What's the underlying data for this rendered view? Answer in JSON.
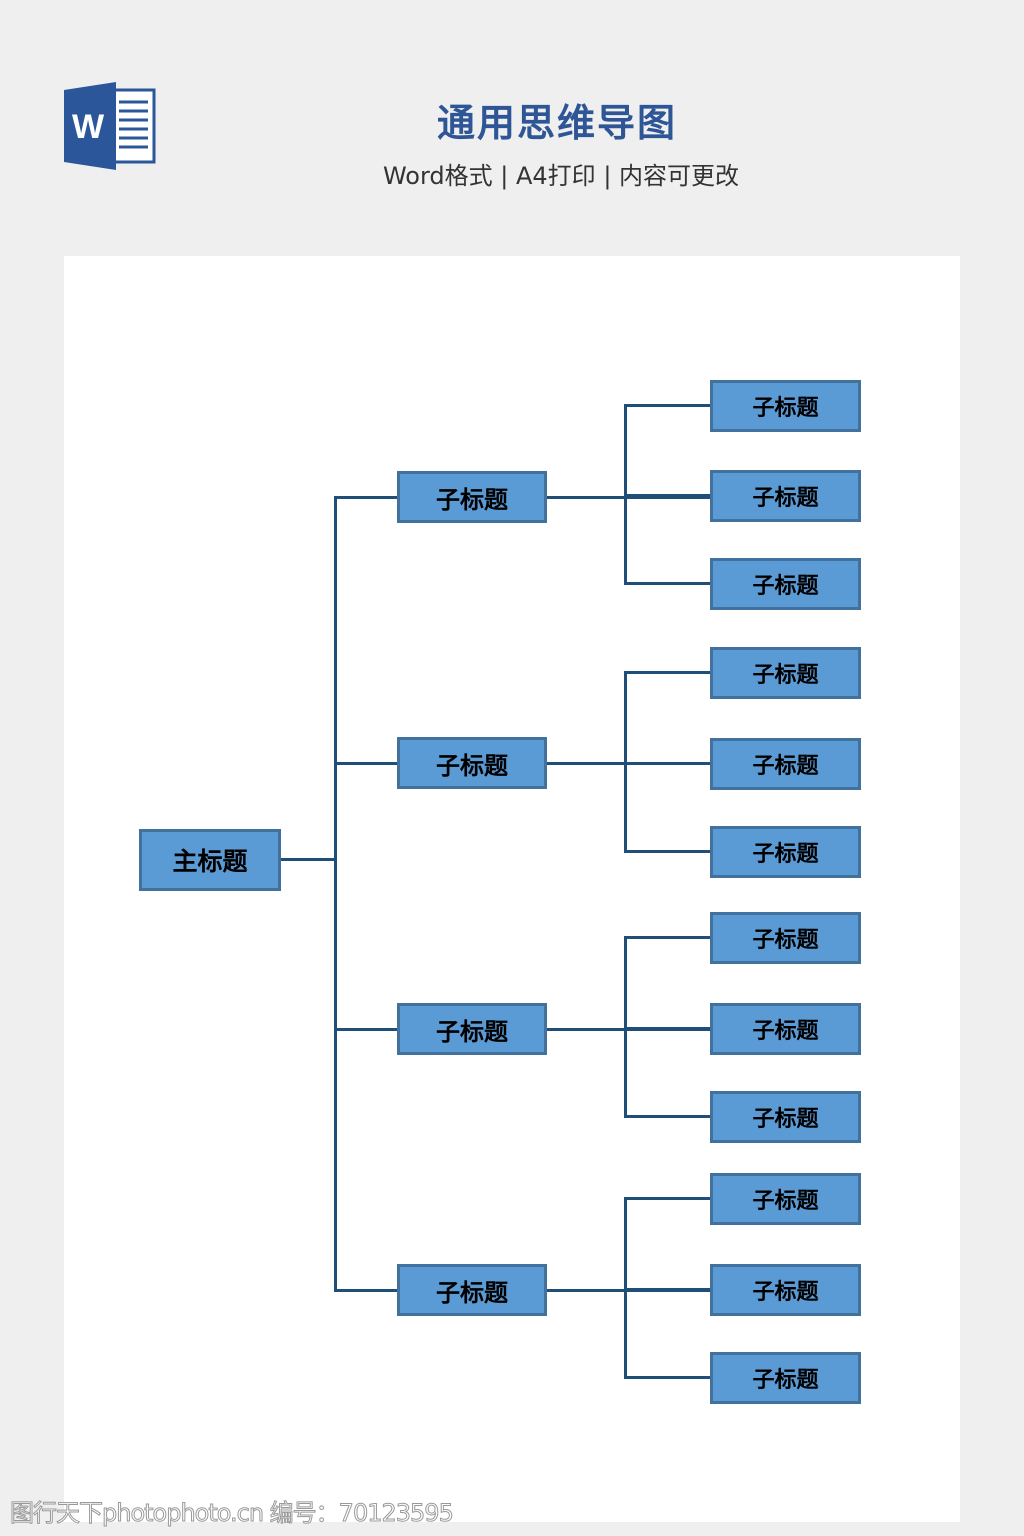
{
  "header": {
    "icon": "word-document-icon",
    "icon_letter": "W",
    "title": "通用思维导图",
    "subtitle": "Word格式 | A4打印 | 内容可更改"
  },
  "mindmap": {
    "root": "主标题",
    "branches": [
      {
        "label": "子标题",
        "children": [
          "子标题",
          "子标题",
          "子标题"
        ]
      },
      {
        "label": "子标题",
        "children": [
          "子标题",
          "子标题",
          "子标题"
        ]
      },
      {
        "label": "子标题",
        "children": [
          "子标题",
          "子标题",
          "子标题"
        ]
      },
      {
        "label": "子标题",
        "children": [
          "子标题",
          "子标题",
          "子标题"
        ]
      }
    ]
  },
  "watermark": "图行天下photophoto.cn 编号：70123595",
  "colors": {
    "box_fill": "#5b9bd5",
    "box_border": "#41719c",
    "line": "#1f4e79",
    "title": "#2e5596"
  }
}
